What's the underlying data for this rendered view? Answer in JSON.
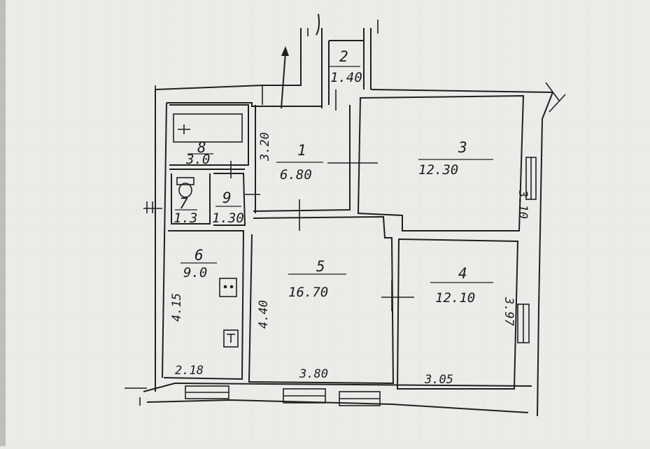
{
  "plan": {
    "ink_color": "#1f1f1f",
    "paper_color": "#ebebe8",
    "rooms": [
      {
        "id": "1",
        "number": "1",
        "area": "6.80"
      },
      {
        "id": "2",
        "number": "2",
        "area": "1.40"
      },
      {
        "id": "3",
        "number": "3",
        "area": "12.30"
      },
      {
        "id": "4",
        "number": "4",
        "area": "12.10"
      },
      {
        "id": "5",
        "number": "5",
        "area": "16.70"
      },
      {
        "id": "6",
        "number": "6",
        "area": "9.0"
      },
      {
        "id": "7",
        "number": "7",
        "area": "1.3"
      },
      {
        "id": "8",
        "number": "8",
        "area": "3.0"
      },
      {
        "id": "9",
        "number": "9",
        "area": "1.30"
      }
    ],
    "dimensions": {
      "hall_height": "3.20",
      "room3_depth": "3.10",
      "room4_depth": "3.97",
      "room5_depth": "4.40",
      "room6_depth": "4.15",
      "room6_width": "2.18",
      "room5_width": "3.80",
      "room4_width": "3.05"
    },
    "icons": [
      "bathtub-icon",
      "toilet-icon",
      "stove-icon",
      "sink-icon",
      "entrance-arrow-icon"
    ]
  }
}
